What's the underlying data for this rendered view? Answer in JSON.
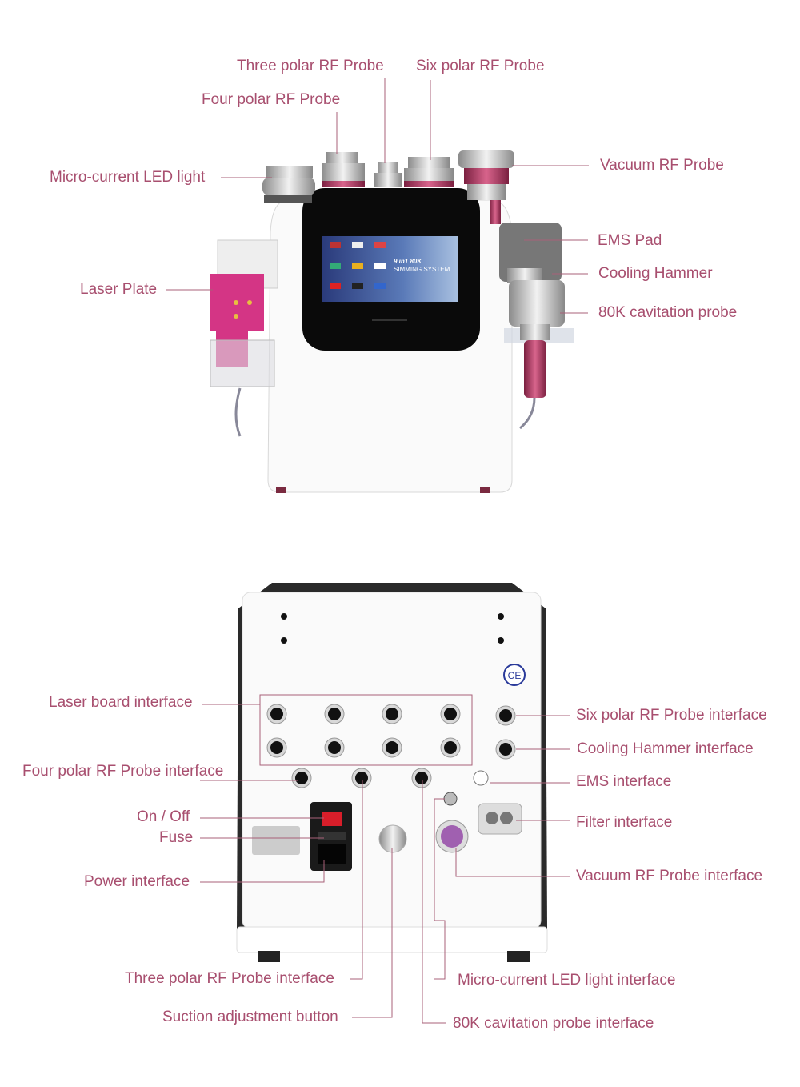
{
  "colors": {
    "label": "#a84f6f",
    "leader": "#a86078",
    "accent": "#c2406e"
  },
  "front_view": {
    "screen": {
      "headline": "9 in1 80K",
      "subline": "SIMMING SYSTEM"
    },
    "labels": {
      "three_polar": "Three polar RF Probe",
      "six_polar": "Six polar RF Probe",
      "four_polar": "Four polar RF Probe",
      "micro_led": "Micro-current LED light",
      "vacuum_rf": "Vacuum RF Probe",
      "ems_pad": "EMS Pad",
      "cooling_hammer": "Cooling Hammer",
      "cavitation": "80K cavitation probe",
      "laser_plate": "Laser Plate"
    }
  },
  "back_view": {
    "labels": {
      "laser_board": "Laser board interface",
      "four_polar": "Four polar RF Probe interface",
      "on_off": "On / Off",
      "fuse": "Fuse",
      "power": "Power interface",
      "three_polar": "Three polar RF Probe interface",
      "suction": "Suction adjustment button",
      "six_polar": "Six polar RF Probe interface",
      "cooling_hammer": "Cooling Hammer interface",
      "ems": "EMS interface",
      "filter": "Filter interface",
      "vacuum_rf": "Vacuum RF Probe interface",
      "micro_led": "Micro-current LED light interface",
      "cavitation": "80K cavitation probe interface"
    }
  }
}
